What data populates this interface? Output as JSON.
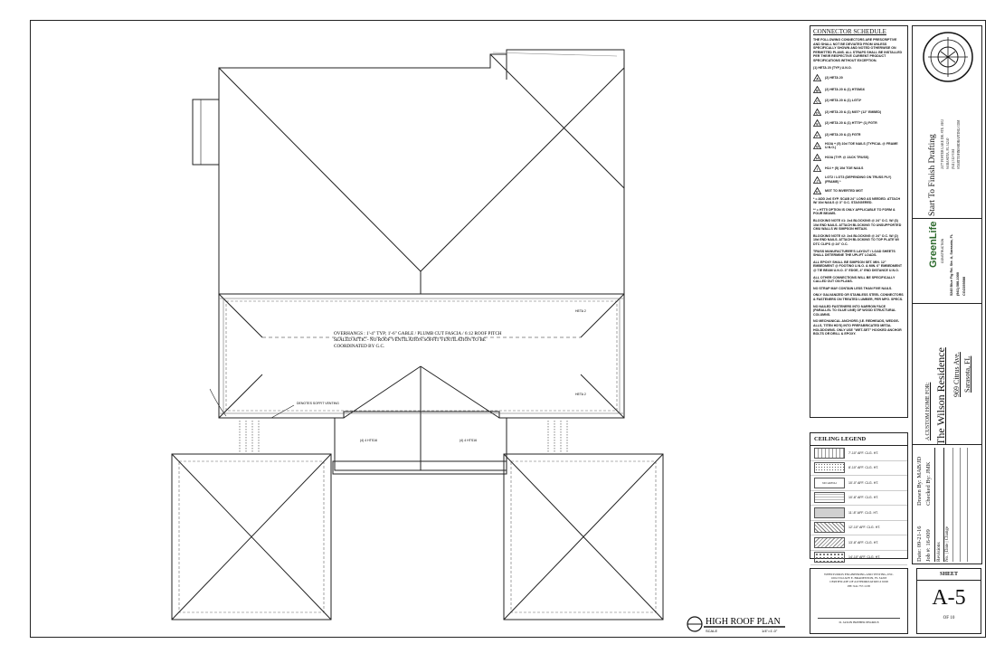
{
  "plan": {
    "note_overhangs": "OVERHANGS : 1'-4\" TYP; 1'-6\" GABLE / PLUMB CUT FASCIA / 6:12 ROOF PITCH",
    "note_attic": "SEALED ATTIC - NO ROOF VENTILATION SOFFIT VENTILATION TO BE",
    "note_coord": "COORDINATED BY G.C.",
    "label_soffit": "DENOTES SOFFIT VENTING",
    "label_heta_a": "HETA 2",
    "label_heta_b": "HETA 2",
    "label_left_heta": "(4) 4 HTS16",
    "label_right_heta": "(4) 4 HTS16"
  },
  "drawing_title": {
    "title": "HIGH ROOF PLAN",
    "scale_label": "SCALE",
    "scale_value": "1/4\"=1'-0\""
  },
  "connector_schedule": {
    "heading": "CONNECTOR SCHEDULE",
    "intro": "THE FOLLOWING CONNECTORS ARE PRESCRIPTIVE AND SHALL NOT BE DEVIATED FROM UNLESS SPECIFICALLY SHOWN AND NOTED OTHERWISE ON PERMITTED PLANS. ALL STRAPS SHALL BE INSTALLED PER THEIR RESPECTIVE CURRENT PRODUCT SPECIFICATIONS WITHOUT EXCEPTION.",
    "typical": "(1) HETA 20 (TYP.) U.N.O.",
    "items": [
      {
        "tag": "A",
        "text": "(2) HETA 20"
      },
      {
        "tag": "B",
        "text": "(2) HETA 20 & (1) HTSM16"
      },
      {
        "tag": "C",
        "text": "(2) HETA 20 & (1) LGT3*"
      },
      {
        "tag": "D",
        "text": "(2) HETA 20 & (1) MGT* (12\" EMBED)"
      },
      {
        "tag": "E",
        "text": "(2) HETA 20 & (1) HTT5** (1) FGTR"
      },
      {
        "tag": "F",
        "text": "(2) HETA 20 & (2) FGTR"
      },
      {
        "tag": "G",
        "text": "H10A + (5) 10d TOE NAILS (TYPICAL @ FRAME U.N.O.)"
      },
      {
        "tag": "H",
        "text": "H10A (TYP. @ JACK TRUSS)"
      },
      {
        "tag": "I",
        "text": "H14 + (5) 10d TOE NAILS"
      },
      {
        "tag": "J",
        "text": "LGT2 / LGT3 (DEPENDING ON TRUSS PLY) (FRAME) *"
      },
      {
        "tag": "K",
        "text": "MGT TO INVERTED MGT"
      }
    ],
    "notes": [
      "* = ADD 2x6 SYP. SCAB 24\" LONG AS NEEDED. ATTACH W/ 10d NAILS @ 3\" O.C. STAGGERED.",
      "** = HTT5 OPTION IS ONLY APPLICABLE TO FORM & POUR BEAMS.",
      "BLOCKING NOTE #1: 2x4 BLOCKING @ 24\" O.C. W/ (3) 10d END NAILS. ATTACH BLOCKING TO UNSUPPORTED CMU WALLS W/ SIMPSON HETA20.",
      "BLOCKING NOTE #2: 2x4 BLOCKING @ 24\" O.C. W/ (2) 10d END NAILS. ATTACH BLOCKING TO TOP PLATE W/ DTC CLIPS @ 24\" O.C.",
      "TRUSS MANUFACTURER'S LAYOUT / LOAD SHEETS SHALL DETERMINE THE UPLIFT LOADS.",
      "ALL EPOXY SHALL BE SIMPSON SET. MIN. 12\" EMBEDMENT @ FOOTING U.N.O. & MIN. 6\" EMBEDMENT @ TIE BEAM U.N.O. 3\" EDGE, 4\" END DISTANCE U.N.O.",
      "ALL OTHER CONNECTIONS WILL BE SPECIFICALLY CALLED OUT ON PLANS.",
      "NO STRAP MAY CONTAIN LESS THAN FIVE NAILS.",
      "ONLY GALVANIZED OR STAINLESS STEEL CONNECTORS & FASTENERS ON TREATED LUMBER, PER MFG. SPECS.",
      "NO NAILED FASTENERS INTO NARROW FACE (PARALLEL TO GLUE LINE) OF WOOD STRUCTURAL COLUMNS.",
      "NO MECHANICAL ANCHORS (I.E. REDHEADS, WEDGE-ALLS, TITEN HD'S) INTO PREFABRICATED METAL HOLDDOWNS. ONLY USE \"WET-SET\" HOOKED ANCHOR BOLTS OR DRILL & EPOXY."
    ]
  },
  "ceiling_legend": {
    "heading": "CEILING LEGEND",
    "rows": [
      {
        "swatch": "",
        "text": "7'-10\" AFF. CLG. HT."
      },
      {
        "swatch": "",
        "text": "8'-10\" AFF. CLG. HT."
      },
      {
        "swatch": "NO HATCH",
        "text": "10'-0\" AFF. CLG. HT."
      },
      {
        "swatch": "",
        "text": "10'-8\" AFF. CLG. HT."
      },
      {
        "swatch": "",
        "text": "11'-8\" AFF. CLG. HT."
      },
      {
        "swatch": "",
        "text": "12'-10\" AFF. CLG. HT."
      },
      {
        "swatch": "",
        "text": "13'-8\" AFF. CLG. HT."
      },
      {
        "swatch": "",
        "text": "14'-10\" AFF. CLG. HT."
      }
    ]
  },
  "engineer": {
    "line1": "WEBSTUDIOS ENGINEERING AND TESTING, INC.",
    "line2": "1004 53rd AVE E. BRADENTON, FL 34203",
    "line3": "CERTIFICATE OF AUTHORIZATION # 9198",
    "line4": "PH: 941.757.1138",
    "signature": "D. JASON BREHER PE#49018"
  },
  "sheet": {
    "label": "SHEET",
    "number": "A-5",
    "of": "OF 10"
  },
  "firm": {
    "name": "Start To Finish Drafting",
    "addr1": "2477 FOSTER LAKE DR. STE. #102",
    "addr2": "SARASOTA, FL 34240",
    "phone": "(941) 312-5161",
    "email": "STARTTOFINISHDRAFTING.COM"
  },
  "builder": {
    "brand": "GreenLife",
    "sub": "CONSTRUCTION",
    "line1": "5245 Blue Fig Rd. Ste. A, Sarasota, FL",
    "line2": "(941) 588-1000",
    "line3": "CGC059588"
  },
  "project": {
    "prefix": "A CUSTOM HOME FOR:",
    "name": "The Wilson Residence",
    "street": "969 Citrus Ave.",
    "city": "Sarasota, FL"
  },
  "meta": {
    "date": "Date: 09-21-16",
    "drawn": "Drawn By: MAB/JD",
    "job": "Job #: 16-009",
    "checked": "Checked By: JMK",
    "revisions": "Revisions",
    "rev_cols": "No. | Date | Change"
  }
}
